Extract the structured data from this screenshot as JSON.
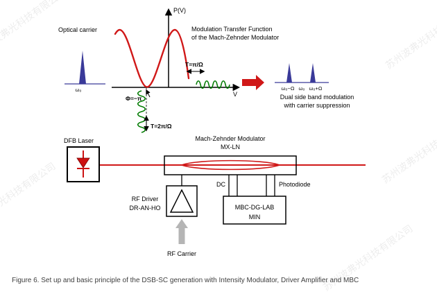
{
  "watermark": {
    "text": "苏州波弗光科技有限公司"
  },
  "colors": {
    "curve_red": "#d01818",
    "signal_green": "#007a00",
    "spectrum_blue": "#3a3a99",
    "arrow_gray": "#b5b5b5",
    "ink": "#000000"
  },
  "transfer_plot": {
    "optical_carrier_label": "Optical carrier",
    "carrier_freq_label": "ω₀",
    "y_axis_label": "P(V)",
    "x_axis_label": "V",
    "title_line1": "Modulation Transfer Function",
    "title_line2": "of the Mach-Zehnder Modulator",
    "rf_period_label": "T=π/Ω",
    "bias_phase_label": "Φ=−π",
    "output_period_label": "T=2π/Ω"
  },
  "output_spectrum": {
    "labels": [
      "ω₀−Ω",
      "ω₀",
      "ω₀+Ω"
    ],
    "caption_line1": "Dual side band modulation",
    "caption_line2": "with carrier suppression"
  },
  "setup": {
    "dfb_laser_label": "DFB Laser",
    "mzm_label_line1": "Mach-Zehnder Modulator",
    "mzm_label_line2": "MX-LN",
    "rf_driver_line1": "RF Driver",
    "rf_driver_line2": "DR-AN-HO",
    "dc_label": "DC",
    "photodiode_label": "Photodiode",
    "mbc_line1": "MBC-DG-LAB",
    "mbc_line2": "MIN",
    "rf_carrier_label": "RF Carrier"
  },
  "caption": "Figure 6. Set up and basic principle of the DSB-SC generation with Intensity Modulator, Driver Amplifier and MBC"
}
